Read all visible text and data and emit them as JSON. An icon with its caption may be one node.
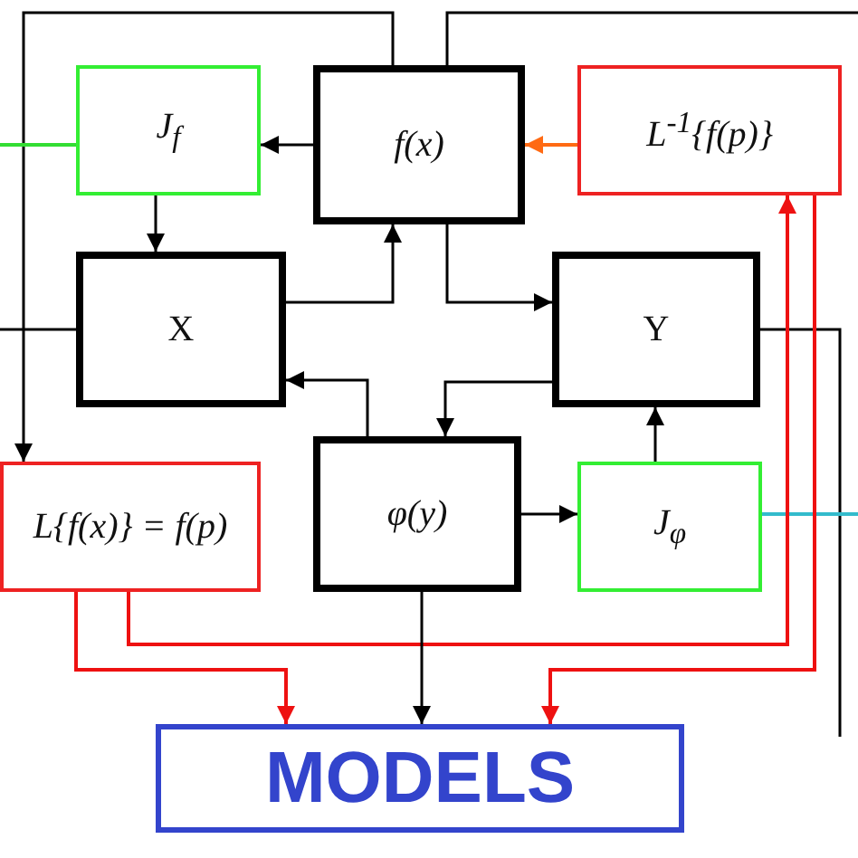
{
  "diagram": {
    "nodes": [
      {
        "text": [
          "J$_{f}$"
        ]
      },
      {
        "text": [
          "f(x)"
        ]
      },
      {
        "text": [
          "L$^{-1}${f(p)}"
        ]
      },
      {
        "text": [
          "X"
        ]
      },
      {
        "text": [
          "Y"
        ]
      },
      {
        "text": [
          "L{f(x)} = f(p)"
        ]
      },
      {
        "text": [
          "φ(y)"
        ]
      },
      {
        "text": [
          "J$_{φ}$"
        ]
      },
      {
        "text": [
          "MODELS"
        ]
      }
    ],
    "edges": [
      {
        "from": 1,
        "to": 0,
        "arrow": "to"
      },
      {
        "from": 0,
        "to": 3,
        "arrow": "to"
      },
      {
        "from": 3,
        "to": 1,
        "arrow": "to"
      },
      {
        "from": 1,
        "to": 4,
        "arrow": "to"
      },
      {
        "from": 6,
        "to": 3,
        "arrow": "to"
      },
      {
        "from": 4,
        "to": 6,
        "arrow": "to"
      },
      {
        "from": 6,
        "to": 7,
        "arrow": "to"
      },
      {
        "from": 7,
        "to": 4,
        "arrow": "to"
      },
      {
        "from": 2,
        "to": 1,
        "arrow": "to",
        "color": "#ff6a13"
      },
      {
        "from": 1,
        "to": 5,
        "arrow": "to"
      },
      {
        "from": 1,
        "to": null,
        "arrow": "none"
      },
      {
        "from": 4,
        "to": null,
        "arrow": "none"
      },
      {
        "from": 3,
        "to": null,
        "arrow": "none"
      },
      {
        "from": 0,
        "to": null,
        "arrow": "none",
        "color": "#33dd33"
      },
      {
        "from": 7,
        "to": null,
        "arrow": "none",
        "color": "#33bbcc"
      },
      {
        "from": 5,
        "to": 8,
        "arrow": "to",
        "color": "#ee1111"
      },
      {
        "from": 5,
        "to": 2,
        "arrow": "to",
        "color": "#ee1111"
      },
      {
        "from": 2,
        "to": 8,
        "arrow": "to",
        "color": "#ee1111"
      },
      {
        "from": 6,
        "to": 8,
        "arrow": "to"
      }
    ]
  }
}
